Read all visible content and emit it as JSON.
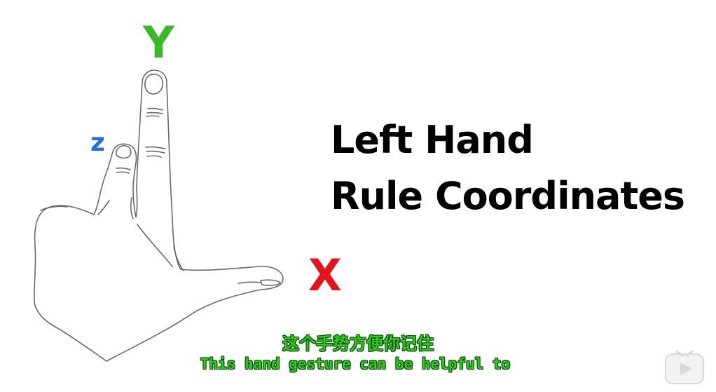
{
  "axes": {
    "y_label": "Y",
    "z_label": "z",
    "x_label": "X"
  },
  "title": {
    "line1": "Left Hand",
    "line2": "Rule Coordinates"
  },
  "subtitles": {
    "chinese": "这个手势方便你记住",
    "english": "This hand gesture can be helpful to"
  },
  "colors": {
    "y_axis": "#3cb82a",
    "z_axis": "#1f6fe0",
    "x_axis": "#e0141b",
    "subtitle": "#2ecc1e"
  },
  "icons": {
    "hand": "left-hand-gesture-illustration",
    "watermark": "video-play-logo-icon"
  }
}
